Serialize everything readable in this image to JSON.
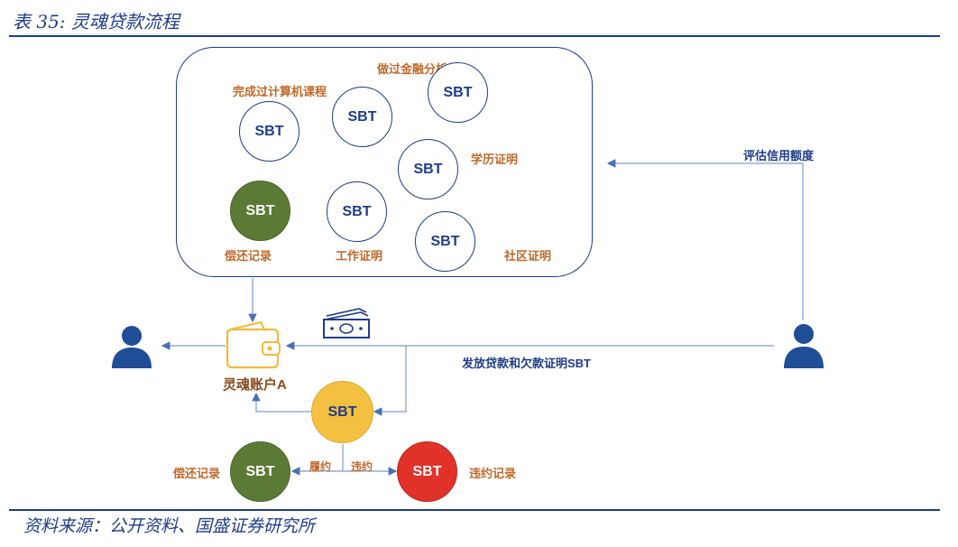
{
  "header": {
    "title": "表 35: 灵魂贷款流程"
  },
  "footer": {
    "source": "资料来源：公开资料、国盛证券研究所"
  },
  "panel": {
    "sbt_circles": [
      {
        "label": "SBT",
        "caption": "完成过计算机课程"
      },
      {
        "label": "SBT",
        "caption": ""
      },
      {
        "label": "SBT",
        "caption": "做过金融分析师"
      },
      {
        "label": "SBT",
        "caption": "学历证明"
      },
      {
        "label": "SBT",
        "caption": "偿还记录"
      },
      {
        "label": "SBT",
        "caption": "工作证明"
      },
      {
        "label": "SBT",
        "caption": "社区证明"
      }
    ]
  },
  "flow": {
    "evaluate_label": "评估信用额度",
    "issue_label": "发放贷款和欠款证明SBT",
    "wallet_label": "灵魂账户A",
    "center_sbt": "SBT",
    "repay": {
      "sbt": "SBT",
      "caption": "偿还记录",
      "edge": "履约"
    },
    "default": {
      "sbt": "SBT",
      "caption": "违约记录",
      "edge": "违约"
    }
  },
  "colors": {
    "navy": "#1f3c88",
    "orange_text": "#c0692a",
    "green": "#5b7a35",
    "yellow": "#f3c042",
    "red": "#e1322a"
  },
  "icons": {
    "borrower": "person-icon",
    "lender": "person-icon",
    "wallet": "wallet-icon",
    "cash": "banknote-icon"
  }
}
